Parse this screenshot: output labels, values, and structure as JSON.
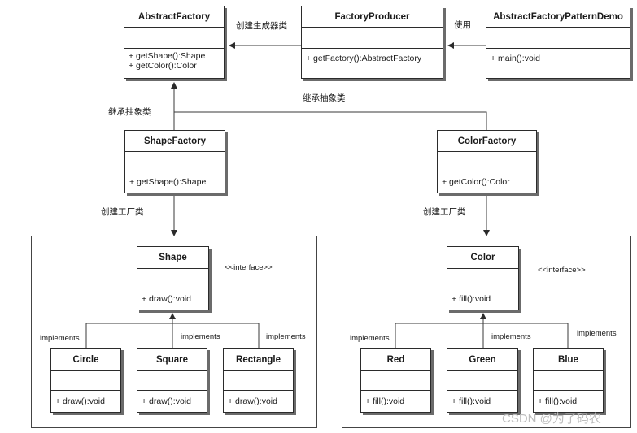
{
  "classes": {
    "abstract_factory": {
      "name": "AbstractFactory",
      "ops": [
        "+ getShape():Shape",
        "+ getColor():Color"
      ]
    },
    "factory_producer": {
      "name": "FactoryProducer",
      "ops": [
        "+ getFactory():AbstractFactory"
      ]
    },
    "demo": {
      "name": "AbstractFactoryPatternDemo",
      "ops": [
        "+ main():void"
      ]
    },
    "shape_factory": {
      "name": "ShapeFactory",
      "ops": [
        "+ getShape():Shape"
      ]
    },
    "color_factory": {
      "name": "ColorFactory",
      "ops": [
        "+ getColor():Color"
      ]
    },
    "shape": {
      "name": "Shape",
      "ops": [
        "+ draw():void"
      ],
      "stereotype": "<<interface>>"
    },
    "color": {
      "name": "Color",
      "ops": [
        "+ fill():void"
      ],
      "stereotype": "<<interface>>"
    },
    "circle": {
      "name": "Circle",
      "ops": [
        "+ draw():void"
      ]
    },
    "square": {
      "name": "Square",
      "ops": [
        "+ draw():void"
      ]
    },
    "rectangle": {
      "name": "Rectangle",
      "ops": [
        "+ draw():void"
      ]
    },
    "red": {
      "name": "Red",
      "ops": [
        "+ fill():void"
      ]
    },
    "green": {
      "name": "Green",
      "ops": [
        "+ fill():void"
      ]
    },
    "blue": {
      "name": "Blue",
      "ops": [
        "+ fill():void"
      ]
    }
  },
  "labels": {
    "create_generator": "创建生成器类",
    "uses": "使用",
    "inherit_abstract_left": "继承抽象类",
    "inherit_abstract_right": "继承抽象类",
    "create_factory_left": "创建工厂类",
    "create_factory_right": "创建工厂类",
    "implements": "implements"
  },
  "watermark": "CSDN @为了码农"
}
